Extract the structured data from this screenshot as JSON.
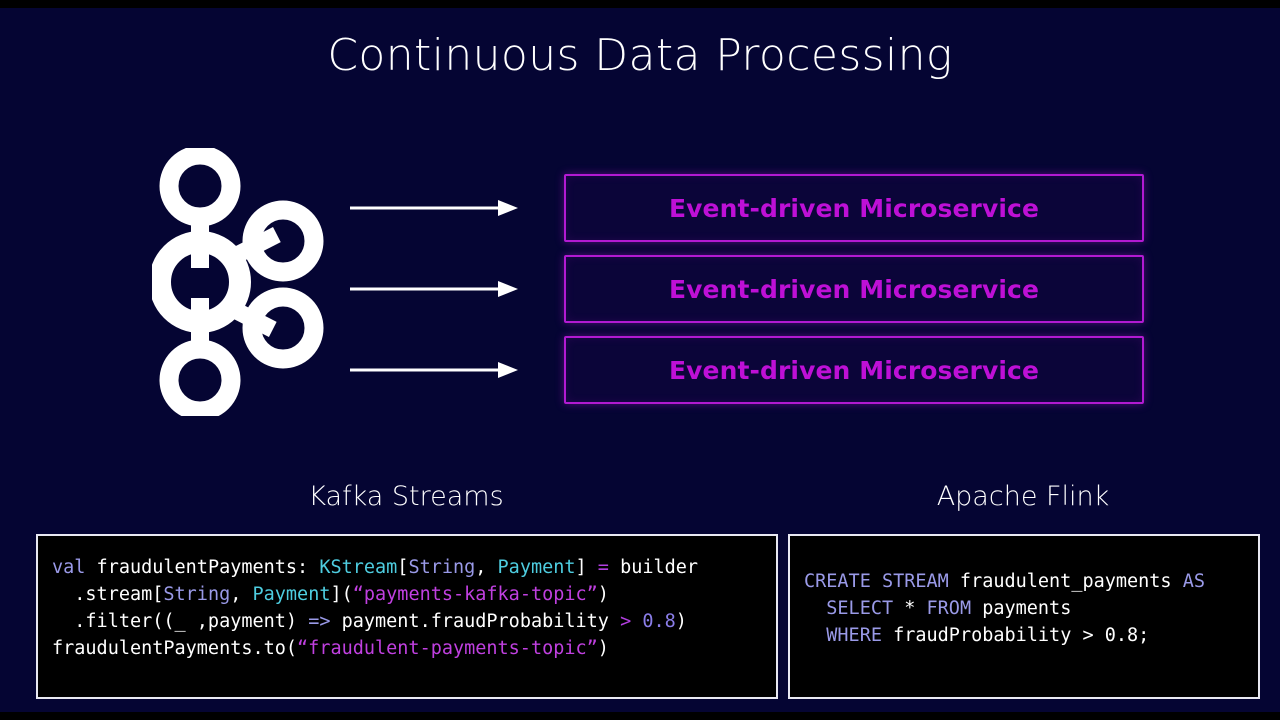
{
  "slide": {
    "title": "Continuous Data Processing",
    "background_color": "#050533",
    "accent_color": "#be10d6",
    "letterbox_color": "#000000"
  },
  "diagram": {
    "source_icon": "kafka-logo-icon",
    "arrows": [
      "arrow-right-icon",
      "arrow-right-icon",
      "arrow-right-icon"
    ],
    "boxes": [
      {
        "label": "Event-driven Microservice"
      },
      {
        "label": "Event-driven Microservice"
      },
      {
        "label": "Event-driven Microservice"
      }
    ]
  },
  "panels": {
    "left": {
      "caption": "Kafka Streams",
      "code_lines": [
        [
          {
            "text": "val",
            "token": "kw"
          },
          {
            "text": " fraudulentPayments: ",
            "token": "plain"
          },
          {
            "text": "KStream",
            "token": "type"
          },
          {
            "text": "[",
            "token": "plain"
          },
          {
            "text": "String",
            "token": "typealt"
          },
          {
            "text": ", ",
            "token": "plain"
          },
          {
            "text": "Payment",
            "token": "type"
          },
          {
            "text": "] ",
            "token": "plain"
          },
          {
            "text": "=",
            "token": "op"
          },
          {
            "text": " builder",
            "token": "plain"
          }
        ],
        [
          {
            "text": "  .stream[",
            "token": "plain"
          },
          {
            "text": "String",
            "token": "typealt"
          },
          {
            "text": ", ",
            "token": "plain"
          },
          {
            "text": "Payment",
            "token": "type"
          },
          {
            "text": "](",
            "token": "plain"
          },
          {
            "text": "“payments-kafka-topic”",
            "token": "str"
          },
          {
            "text": ")",
            "token": "plain"
          }
        ],
        [
          {
            "text": "  .filter((_ ,payment) ",
            "token": "plain"
          },
          {
            "text": "=>",
            "token": "kw"
          },
          {
            "text": " payment.fraudProbability ",
            "token": "plain"
          },
          {
            "text": ">",
            "token": "op"
          },
          {
            "text": " ",
            "token": "plain"
          },
          {
            "text": "0.8",
            "token": "num"
          },
          {
            "text": ")",
            "token": "plain"
          }
        ],
        [
          {
            "text": "fraudulentPayments.to(",
            "token": "plain"
          },
          {
            "text": "“fraudulent-payments-topic”",
            "token": "str"
          },
          {
            "text": ")",
            "token": "plain"
          }
        ]
      ]
    },
    "right": {
      "caption": "Apache Flink",
      "code_lines": [
        [
          {
            "text": "CREATE STREAM",
            "token": "kw"
          },
          {
            "text": " fraudulent_payments ",
            "token": "plain"
          },
          {
            "text": "AS",
            "token": "kw"
          }
        ],
        [
          {
            "text": "  ",
            "token": "plain"
          },
          {
            "text": "SELECT",
            "token": "kw"
          },
          {
            "text": " * ",
            "token": "plain"
          },
          {
            "text": "FROM",
            "token": "kw"
          },
          {
            "text": " payments",
            "token": "plain"
          }
        ],
        [
          {
            "text": "  ",
            "token": "plain"
          },
          {
            "text": "WHERE",
            "token": "kw"
          },
          {
            "text": " fraudProbability > 0.8;",
            "token": "plain"
          }
        ]
      ]
    }
  }
}
